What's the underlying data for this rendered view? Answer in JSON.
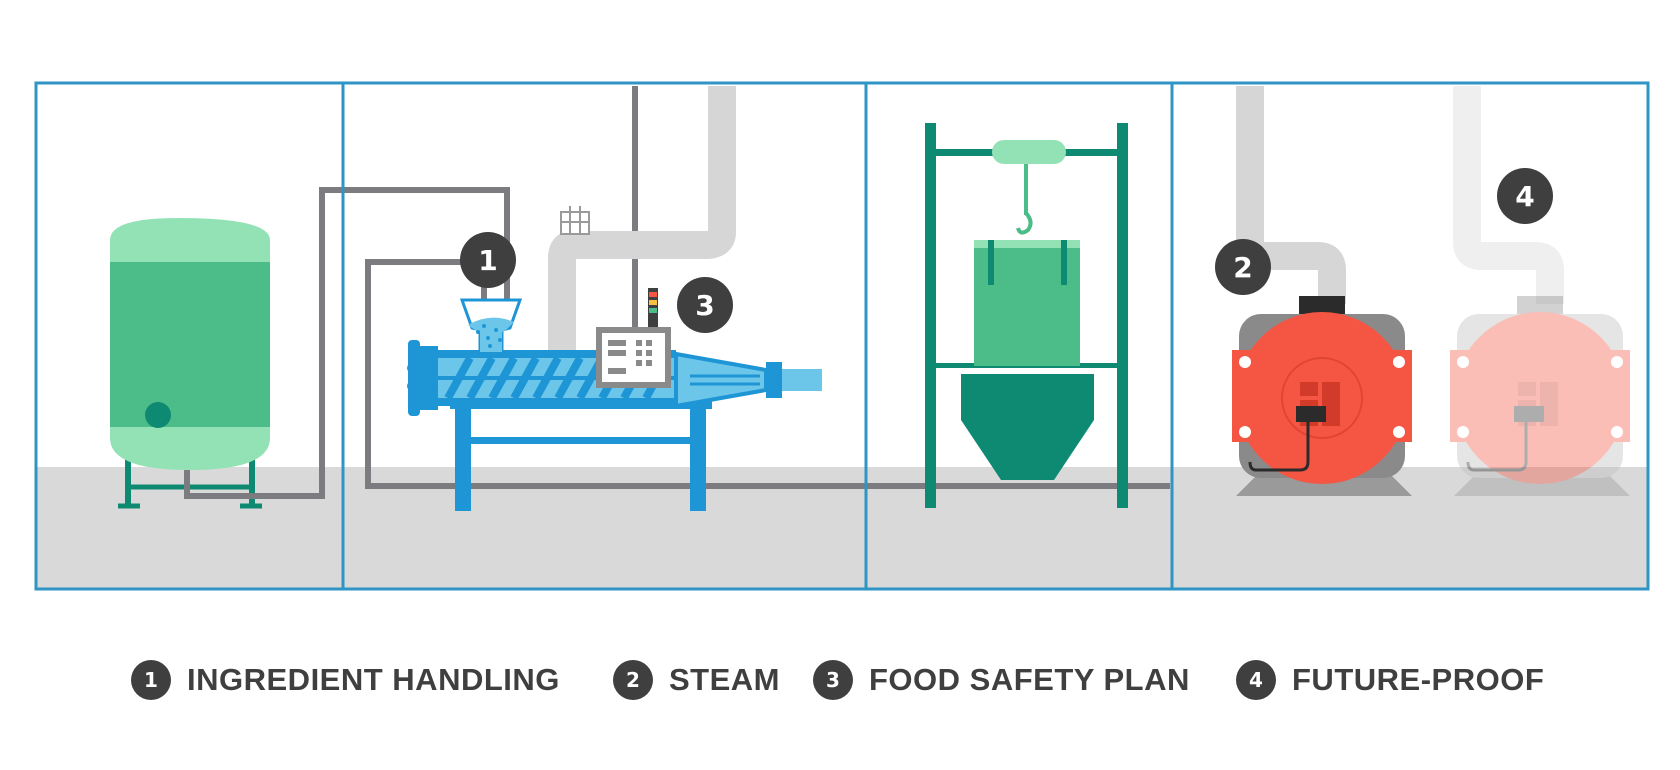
{
  "colors": {
    "frame": "#2f95c4",
    "floor": "#d9d9d9",
    "pipe_dark": "#7b7b80",
    "pipe_light": "#d6d6d6",
    "tank_green": "#4cbc88",
    "tank_light": "#93e2b5",
    "teal": "#0f8a72",
    "blue": "#1e96d6",
    "light_blue": "#6cc6ea",
    "boiler_red": "#f55643",
    "badge": "#3f3f3f"
  },
  "markers": [
    {
      "num": "1",
      "target": "ingredient-hopper"
    },
    {
      "num": "3",
      "target": "control-panel"
    },
    {
      "num": "2",
      "target": "boiler"
    },
    {
      "num": "4",
      "target": "future-boiler"
    }
  ],
  "legend": [
    {
      "num": "1",
      "label": "INGREDIENT HANDLING"
    },
    {
      "num": "2",
      "label": "STEAM"
    },
    {
      "num": "3",
      "label": "FOOD SAFETY PLAN"
    },
    {
      "num": "4",
      "label": "FUTURE-PROOF"
    }
  ]
}
